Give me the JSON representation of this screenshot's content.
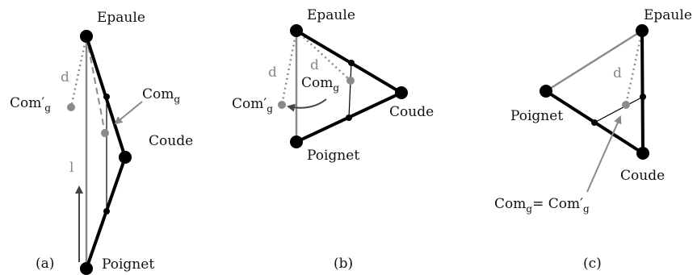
{
  "panels": [
    {
      "caption": "(a)",
      "epaule": "Epaule",
      "coude": "Coude",
      "poignet": "Poignet",
      "d": "d",
      "l": "l",
      "com_main": "Com",
      "com_main_sub": "g",
      "com_prime": "Com′",
      "com_prime_sub": "g"
    },
    {
      "caption": "(b)",
      "epaule": "Epaule",
      "coude": "Coude",
      "poignet": "Poignet",
      "d1": "d",
      "d2": "d",
      "com_main": "Com",
      "com_main_sub": "g",
      "com_prime": "Com′",
      "com_prime_sub": "g"
    },
    {
      "caption": "(c)",
      "epaule": "Epaule",
      "coude": "Coude",
      "poignet": "Poignet",
      "d": "d",
      "com_eq_main": "Com",
      "com_eq_sub1": "g",
      "com_eq_mid": "= Com′",
      "com_eq_sub2": "g"
    }
  ],
  "colors": {
    "limb": "#000000",
    "gray": "#8a8a8a",
    "arrow_dark": "#444444"
  }
}
